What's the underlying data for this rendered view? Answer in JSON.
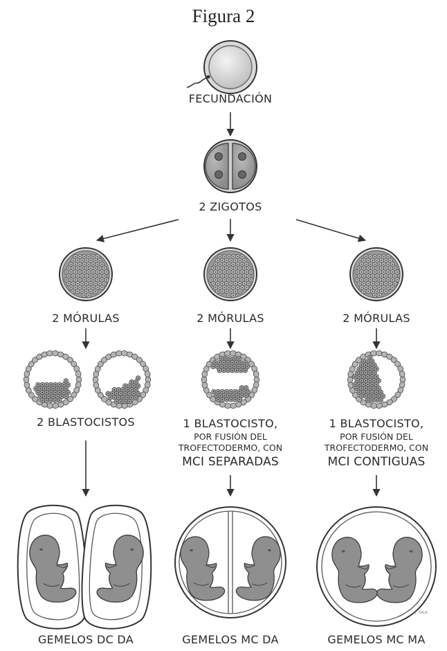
{
  "figure": {
    "title": "Figura 2",
    "credit": "C. SALA"
  },
  "steps": {
    "fertilization": "FECUNDACIÓN",
    "zygotes": "2 ZIGOTOS"
  },
  "branches": [
    {
      "morulas": "2 MÓRULAS",
      "blastocyst": "2 BLASTOCISTOS",
      "result": "GEMELOS DC DA"
    },
    {
      "morulas": "2 MÓRULAS",
      "blastocyst": "1 BLASTOCISTO,",
      "note1": "POR FUSIÓN DEL",
      "note2": "TROFECTODERMO, CON",
      "mci": "MCI SEPARADAS",
      "result": "GEMELOS MC DA"
    },
    {
      "morulas": "2 MÓRULAS",
      "blastocyst": "1 BLASTOCISTO,",
      "note1": "POR FUSIÓN DEL",
      "note2": "TROFECTODERMO, CON",
      "mci": "MCI CONTIGUAS",
      "result": "GEMELOS MC MA"
    }
  ],
  "colors": {
    "line": "#333333",
    "cell_fill": "#a9a9a9",
    "cell_dark": "#7d7d7d",
    "embryo": "#8f8f8f"
  }
}
